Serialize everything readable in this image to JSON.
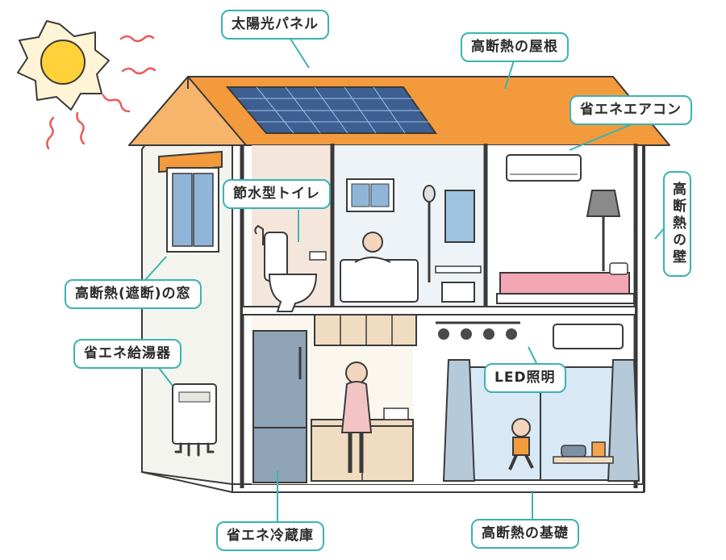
{
  "labels": {
    "solar_panel": "太陽光パネル",
    "roof_insulation": "高断熱の屋根",
    "aircon": "省エネエアコン",
    "wall_insulation": "高断熱の壁",
    "toilet": "節水型トイレ",
    "window": "高断熱(遮断)の窓",
    "water_heater": "省エネ給湯器",
    "led": "LED照明",
    "fridge": "省エネ冷蔵庫",
    "foundation": "高断熱の基礎"
  },
  "colors": {
    "accent": "#3bb3b3",
    "roof": "#f29a3c",
    "solar": "#4a6a9a",
    "sun": "#ffd23a",
    "wall_outer": "#f7f7f2",
    "bath_tile": "#eef3f7",
    "toilet_wall": "#f5e6dc",
    "floor": "#ffffff",
    "curtain": "#b6c9d9",
    "bed": "#f2a7b3",
    "fridge": "#8fa3b6"
  },
  "icons": [
    "sun-icon",
    "solar-panel-icon",
    "aircon-icon",
    "toilet-icon",
    "bathtub-icon",
    "shower-icon",
    "lamp-icon",
    "bed-icon",
    "fridge-icon",
    "stove-icon",
    "led-spotlight-icon",
    "water-heater-icon",
    "curtain-icon",
    "toy-car-icon"
  ]
}
